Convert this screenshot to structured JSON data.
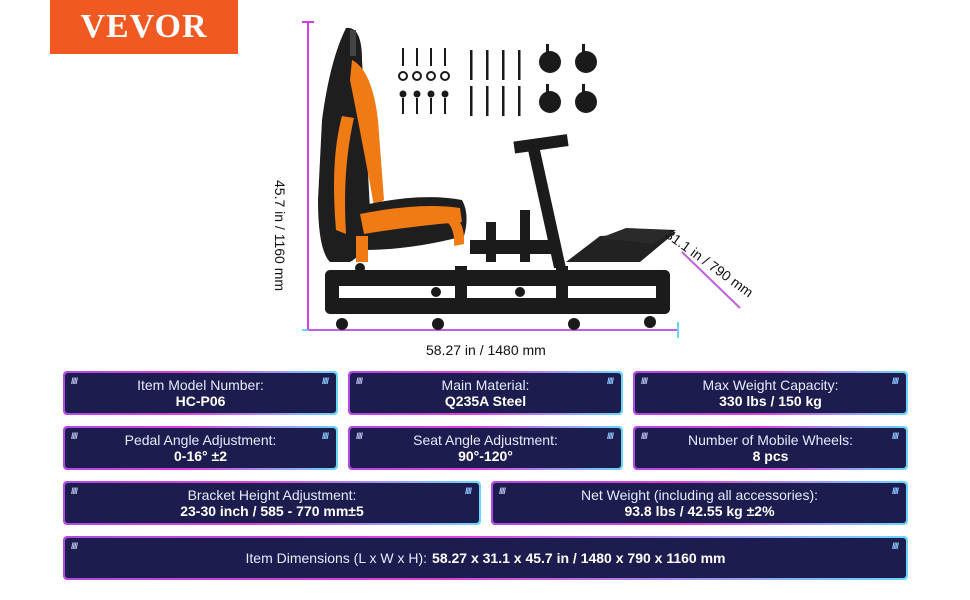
{
  "brand": {
    "logo_text": "VEVOR",
    "logo_color": "#f05a22"
  },
  "dimensions": {
    "height": "45.7 in / 1160 mm",
    "width": "58.27 in / 1480 mm",
    "depth": "31.1 in / 790 mm"
  },
  "specs": [
    {
      "label": "Item Model Number:",
      "value": "HC-P06"
    },
    {
      "label": "Main Material:",
      "value": "Q235A Steel"
    },
    {
      "label": "Max Weight Capacity:",
      "value": "330 lbs / 150 kg"
    },
    {
      "label": "Pedal Angle Adjustment:",
      "value": "0-16° ±2"
    },
    {
      "label": "Seat Angle Adjustment:",
      "value": "90°-120°"
    },
    {
      "label": "Number of Mobile Wheels:",
      "value": "8 pcs"
    },
    {
      "label": "Bracket Height Adjustment:",
      "value": "23-30 inch / 585 - 770 mm±5"
    },
    {
      "label": "Net Weight (including all accessories):",
      "value": "93.8 lbs / 42.55 kg ±2%"
    },
    {
      "label": "Item Dimensions (L x W x H):",
      "value": "58.27 x 31.1 x 45.7 in / 1480 x 790 x 1160 mm"
    }
  ],
  "colors": {
    "card_bg": "#1c1d4e",
    "border_purple": "#b14be6",
    "border_cyan": "#6ad6ff",
    "seat_orange": "#f07a14"
  }
}
